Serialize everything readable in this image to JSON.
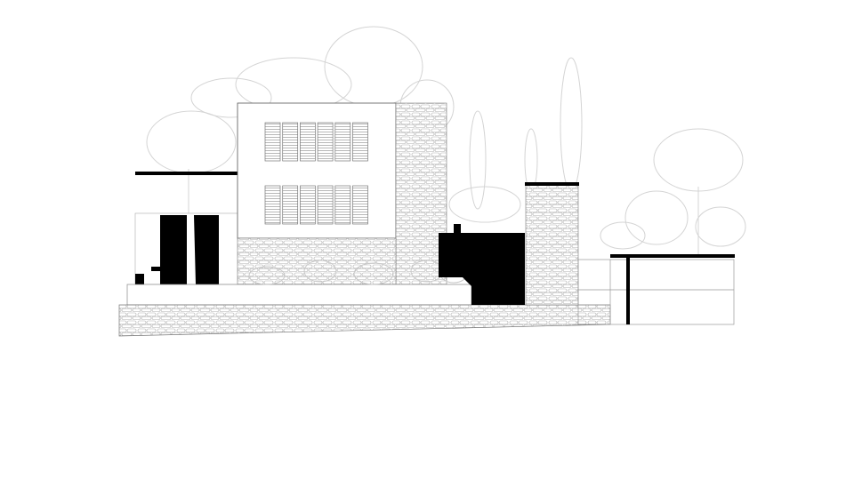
{
  "drawing": {
    "type": "architectural-elevation",
    "colors": {
      "background": "#ffffff",
      "ink": "#000000",
      "line": "#9a9a9a",
      "vegetation": "#d4d4d4",
      "stone": "#bdbdbd"
    },
    "shutter_rows": 2,
    "shutters_per_row": 6
  }
}
